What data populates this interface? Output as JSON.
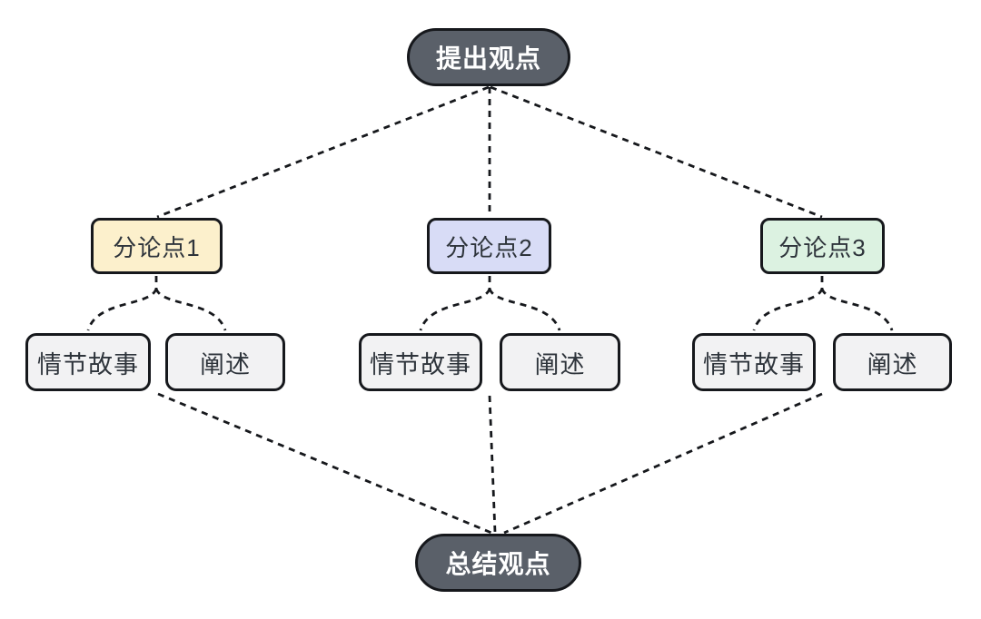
{
  "diagram": {
    "root": {
      "label": "提出观点"
    },
    "branches": [
      {
        "label": "分论点1",
        "fill": "#fcf0cc",
        "children": [
          {
            "label": "情节故事"
          },
          {
            "label": "阐述"
          }
        ]
      },
      {
        "label": "分论点2",
        "fill": "#d8dcf6",
        "children": [
          {
            "label": "情节故事"
          },
          {
            "label": "阐述"
          }
        ]
      },
      {
        "label": "分论点3",
        "fill": "#dcf2e1",
        "children": [
          {
            "label": "情节故事"
          },
          {
            "label": "阐述"
          }
        ]
      }
    ],
    "conclusion": {
      "label": "总结观点"
    },
    "colors": {
      "terminal_fill": "#5a6069",
      "terminal_text": "#ffffff",
      "leaf_fill": "#f2f2f3",
      "node_border": "#16181c",
      "connector": "#16181c",
      "node_text": "#2e343b",
      "background": "#ffffff"
    }
  }
}
